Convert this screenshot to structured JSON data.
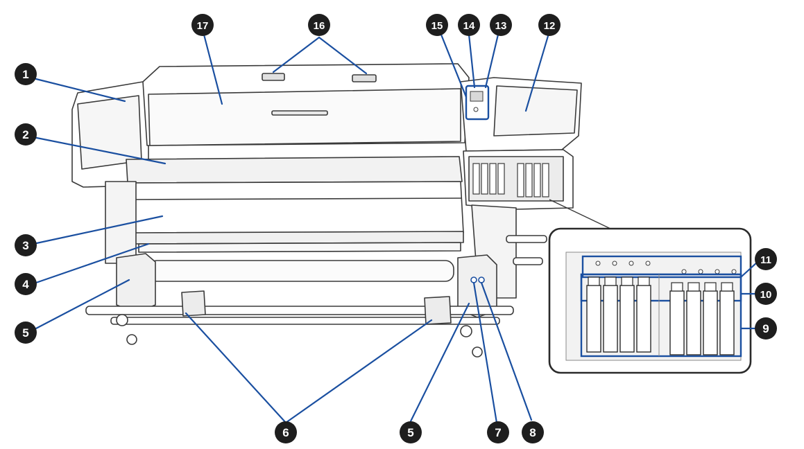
{
  "figure": {
    "callout_fill": "#1e1e1e",
    "callout_text": "#ffffff",
    "leader_color": "#1a4fa0",
    "highlight_color": "#1a4fa0",
    "printer_line": "#3a3a3a",
    "printer_fill": "#ffffff"
  },
  "callouts": [
    {
      "id": "c1",
      "label": "1"
    },
    {
      "id": "c2",
      "label": "2"
    },
    {
      "id": "c3",
      "label": "3"
    },
    {
      "id": "c4",
      "label": "4"
    },
    {
      "id": "c5a",
      "label": "5"
    },
    {
      "id": "c6",
      "label": "6"
    },
    {
      "id": "c5b",
      "label": "5"
    },
    {
      "id": "c7",
      "label": "7"
    },
    {
      "id": "c8",
      "label": "8"
    },
    {
      "id": "c9",
      "label": "9"
    },
    {
      "id": "c10",
      "label": "10"
    },
    {
      "id": "c11",
      "label": "11"
    },
    {
      "id": "c12",
      "label": "12"
    },
    {
      "id": "c13",
      "label": "13"
    },
    {
      "id": "c14",
      "label": "14"
    },
    {
      "id": "c15",
      "label": "15"
    },
    {
      "id": "c16",
      "label": "16"
    },
    {
      "id": "c17",
      "label": "17"
    }
  ]
}
